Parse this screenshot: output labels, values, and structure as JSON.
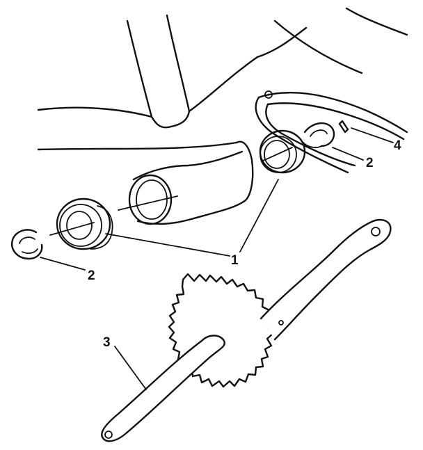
{
  "diagram": {
    "callouts": {
      "bearing_cups": "1",
      "bearing_retainers": "2",
      "bearing_retainer_right": "2",
      "one_piece_crank": "3",
      "wedge_pin": "4"
    }
  }
}
